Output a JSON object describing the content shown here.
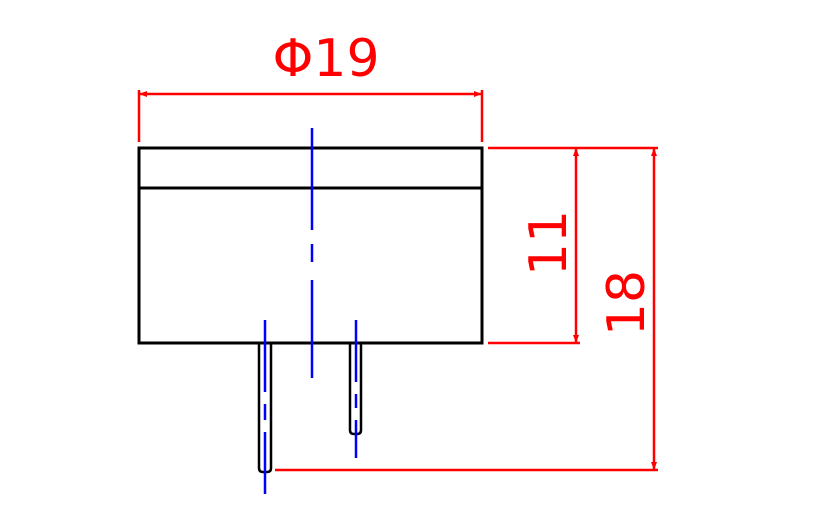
{
  "dimensions": {
    "diameter_label": "Φ19",
    "height_body_label": "11",
    "height_total_label": "18"
  },
  "colors": {
    "outline": "#000000",
    "dimension": "#ff0000",
    "centerline": "#0000ff",
    "background": "#ffffff"
  }
}
